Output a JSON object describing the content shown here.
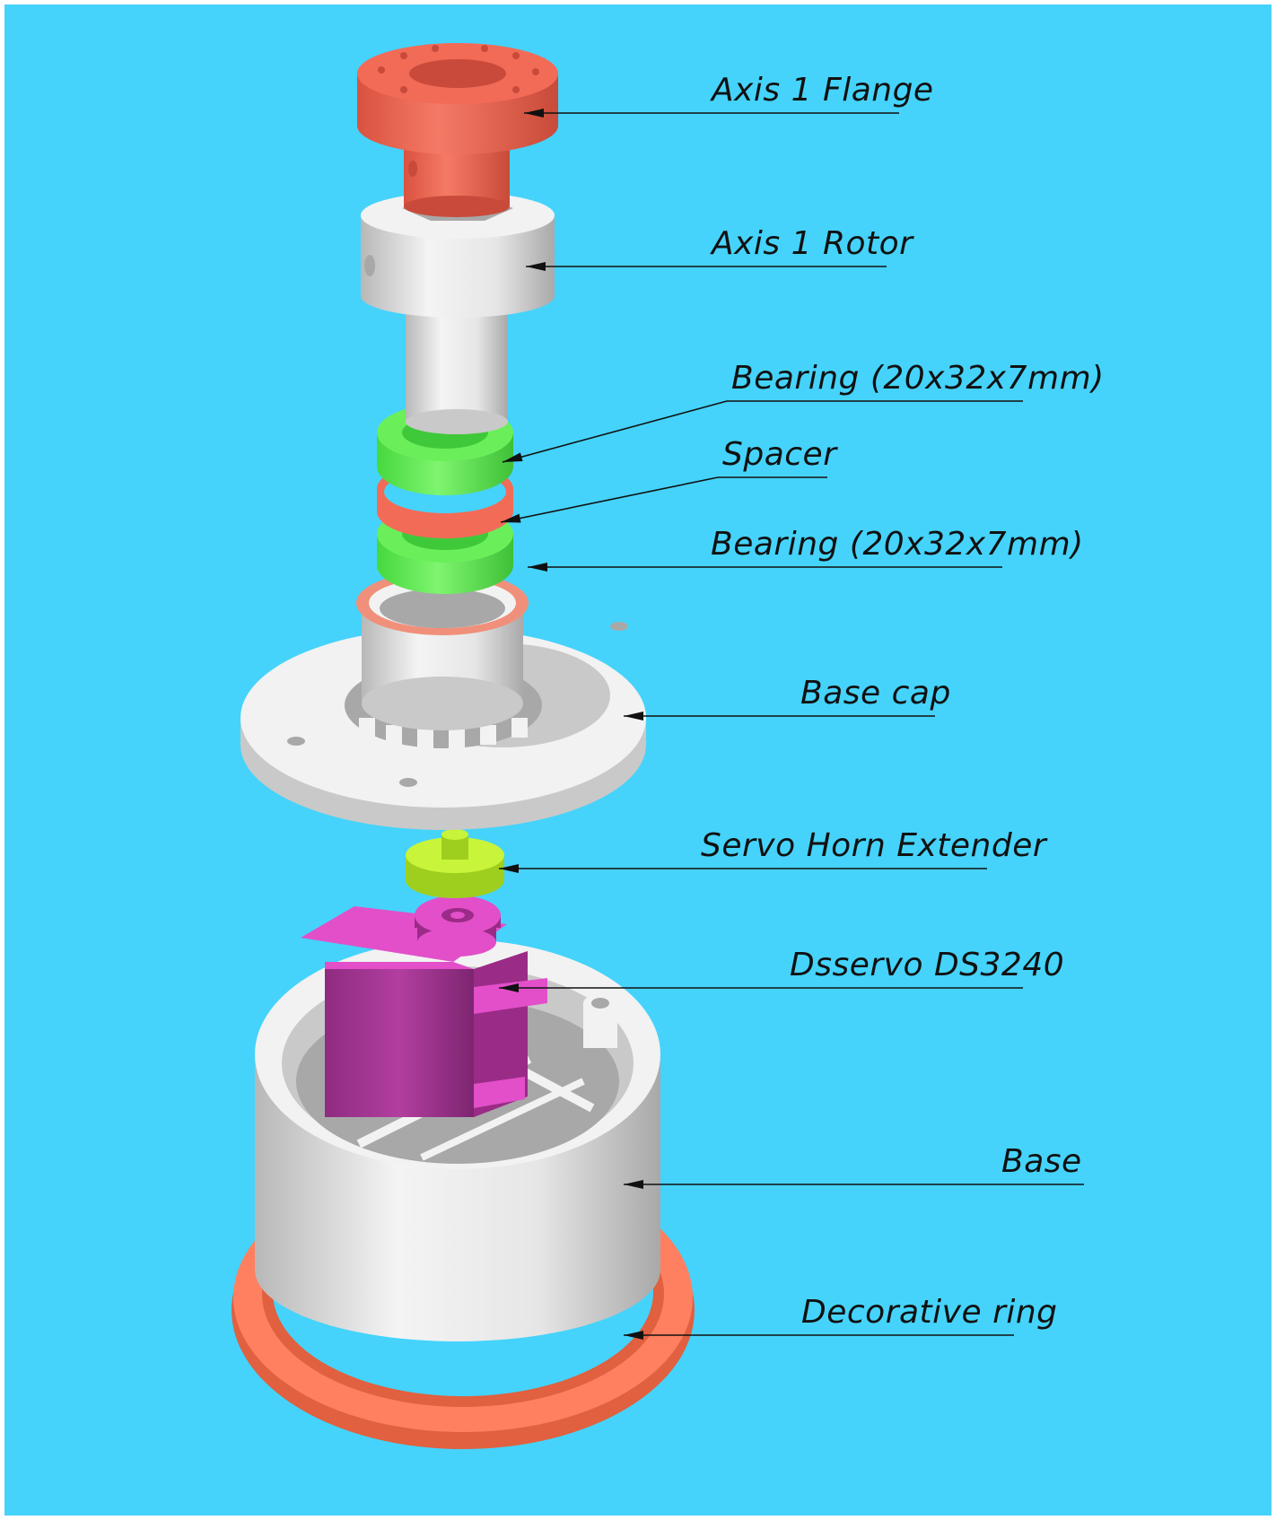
{
  "colors": {
    "background": "#45d3fb",
    "frame": "#ffffff",
    "line": "#111111",
    "text": "#111111",
    "flange": "#f26b57",
    "flange_dark": "#c94a3a",
    "white_part": "#f2f2f2",
    "white_part_shade": "#c9c9c9",
    "white_part_dark": "#a8a8a8",
    "bearing": "#6aef5a",
    "bearing_dark": "#3fc93a",
    "spacer": "#f26b57",
    "horn_extender": "#c8f53a",
    "horn_extender_dark": "#9fcf1e",
    "servo": "#e24fc9",
    "servo_dark": "#9a2b86",
    "gear": "#f0907a",
    "ring": "#ff8060",
    "ring_dark": "#e0603f"
  },
  "callouts": [
    {
      "id": "axis-1-flange",
      "text": "Axis 1 Flange"
    },
    {
      "id": "axis-1-rotor",
      "text": "Axis 1 Rotor"
    },
    {
      "id": "bearing-top",
      "text": "Bearing (20x32x7mm)"
    },
    {
      "id": "spacer",
      "text": "Spacer"
    },
    {
      "id": "bearing-bottom",
      "text": "Bearing (20x32x7mm)"
    },
    {
      "id": "base-cap",
      "text": "Base cap"
    },
    {
      "id": "servo-horn-extender",
      "text": "Servo Horn Extender"
    },
    {
      "id": "dsservo",
      "text": "Dsservo DS3240"
    },
    {
      "id": "base",
      "text": "Base"
    },
    {
      "id": "decorative-ring",
      "text": "Decorative ring"
    }
  ]
}
